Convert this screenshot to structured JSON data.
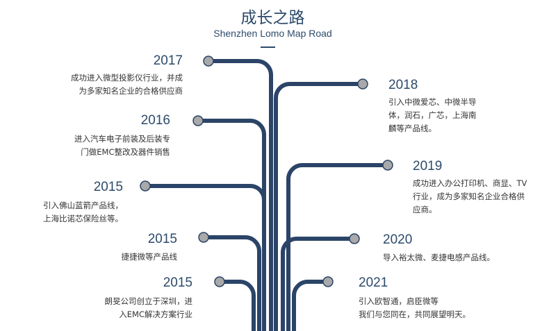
{
  "header": {
    "title": "成长之路",
    "subtitle": "Shenzhen Lomo Map Road"
  },
  "colors": {
    "line": "#2b4468",
    "dot": "#a9a9a9",
    "year": "#2d4a6b",
    "text": "#333333"
  },
  "milestones": [
    {
      "year": "2017",
      "lines": [
        "成功进入微型投影仪行业，并成",
        "为多家知名企业的合格供应商"
      ]
    },
    {
      "year": "2016",
      "lines": [
        "进入汽车电子前装及后装专",
        "门做EMC整改及器件销售"
      ]
    },
    {
      "year": "2015",
      "lines": [
        "引入佛山蓝箭产品线，",
        "上海比诺芯保险丝等。"
      ]
    },
    {
      "year": "2015",
      "lines": [
        "捷捷微等产品线"
      ]
    },
    {
      "year": "2015",
      "lines": [
        "朗旻公司创立于深圳，进",
        "入EMC解决方案行业"
      ]
    },
    {
      "year": "2018",
      "lines": [
        "引入中微爱芯、中微半导",
        "体，润石，广芯，上海南",
        "麟等产品线。"
      ]
    },
    {
      "year": "2019",
      "lines": [
        "成功进入办公打印机、商显、TV",
        "行业，成为多家知名企业合格供",
        "应商。"
      ]
    },
    {
      "year": "2020",
      "lines": [
        "导入裕太微、麦捷电感产品线。"
      ]
    },
    {
      "year": "2021",
      "lines": [
        "引入欧智通，启臣微等",
        "我们与您同在，共同展望明天。"
      ]
    }
  ]
}
